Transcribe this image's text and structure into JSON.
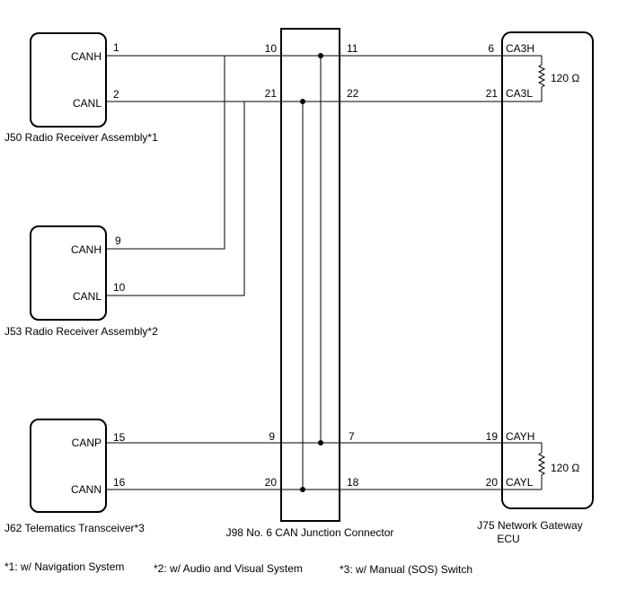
{
  "devices": {
    "j50": {
      "caption": "J50 Radio Receiver Assembly*1",
      "canh_label": "CANH",
      "canl_label": "CANL",
      "canh_pin": "1",
      "canl_pin": "2"
    },
    "j53": {
      "caption": "J53 Radio Receiver Assembly*2",
      "canh_label": "CANH",
      "canl_label": "CANL",
      "canh_pin": "9",
      "canl_pin": "10"
    },
    "j62": {
      "caption": "J62 Telematics Transceiver*3",
      "canp_label": "CANP",
      "cann_label": "CANN",
      "canp_pin": "15",
      "cann_pin": "16"
    },
    "j98": {
      "caption": "J98 No. 6 CAN Junction Connector",
      "pins_left": [
        "10",
        "21",
        "9",
        "20"
      ],
      "pins_right": [
        "11",
        "22",
        "7",
        "18"
      ]
    },
    "j75": {
      "caption_line1": "J75 Network Gateway",
      "caption_line2": "ECU",
      "ca3h_pin": "6",
      "ca3h_label": "CA3H",
      "ca3l_pin": "21",
      "ca3l_label": "CA3L",
      "cayh_pin": "19",
      "cayh_label": "CAYH",
      "cayl_pin": "20",
      "cayl_label": "CAYL",
      "resistor_top": "120 Ω",
      "resistor_bottom": "120 Ω"
    }
  },
  "footnotes": [
    "*1: w/ Navigation System",
    "*2: w/ Audio and Visual System",
    "*3: w/ Manual (SOS) Switch"
  ]
}
